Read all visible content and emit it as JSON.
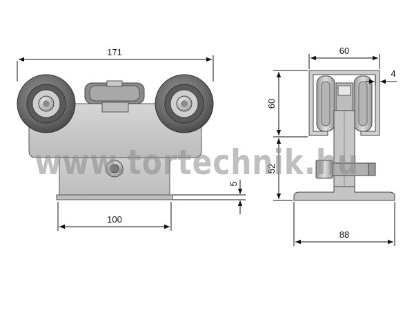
{
  "figure": {
    "front_view": {
      "overall_width": "171",
      "bracket_width": "100",
      "plate_thickness": "5"
    },
    "side_view": {
      "profile_width": "60",
      "wall_thickness": "4",
      "profile_height": "60",
      "bracket_height": "52",
      "base_width": "88"
    },
    "watermark": "www.tortechnik.hu"
  },
  "colors": {
    "steel_light": "#d2d2d2",
    "steel_mid": "#a9a9a9",
    "steel_dark": "#5e5e5e",
    "tire": "#6f6f6f",
    "outline": "#2a2a2a",
    "dimension": "#111111"
  }
}
